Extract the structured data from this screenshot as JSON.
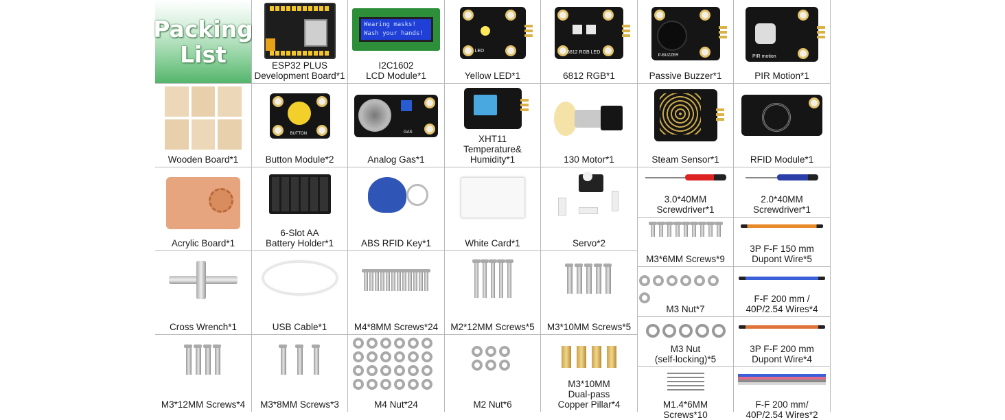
{
  "title": "Packing\nList",
  "items": [
    {
      "label": "ESP32 PLUS\nDevelopment Board*1",
      "icon": "esp32-board-icon"
    },
    {
      "label": "I2C1602\nLCD Module*1",
      "icon": "lcd-module-icon",
      "lcd_line1": "Wearing masks!",
      "lcd_line2": "Wash your hands!"
    },
    {
      "label": "Yellow LED*1",
      "icon": "yellow-led-icon",
      "silk": "LED"
    },
    {
      "label": "6812 RGB*1",
      "icon": "rgb-led-icon",
      "silk": "6812 RGB LED"
    },
    {
      "label": "Passive Buzzer*1",
      "icon": "buzzer-icon",
      "silk": "P-BUZZER"
    },
    {
      "label": "PIR Motion*1",
      "icon": "pir-icon",
      "silk": "PIR motion"
    },
    {
      "label": "Wooden Board*1",
      "icon": "wooden-board-icon"
    },
    {
      "label": "Button Module*2",
      "icon": "button-module-icon",
      "silk": "BUTTON"
    },
    {
      "label": "Analog Gas*1",
      "icon": "gas-sensor-icon",
      "silk": "GAS"
    },
    {
      "label": "XHT11\nTemperature&\nHumidity*1",
      "icon": "temp-humidity-icon"
    },
    {
      "label": "130 Motor*1",
      "icon": "motor-icon"
    },
    {
      "label": "Steam Sensor*1",
      "icon": "steam-sensor-icon"
    },
    {
      "label": "RFID Module*1",
      "icon": "rfid-module-icon"
    },
    {
      "label": "Acrylic Board*1",
      "icon": "acrylic-board-icon"
    },
    {
      "label": "6-Slot AA\nBattery Holder*1",
      "icon": "battery-holder-icon"
    },
    {
      "label": "ABS RFID Key*1",
      "icon": "rfid-key-icon"
    },
    {
      "label": "White Card*1",
      "icon": "white-card-icon"
    },
    {
      "label": "Servo*2",
      "icon": "servo-icon"
    },
    {
      "label": "3.0*40MM\nScrewdriver*1",
      "icon": "screwdriver-red-icon"
    },
    {
      "label": "2.0*40MM\nScrewdriver*1",
      "icon": "screwdriver-blue-icon"
    },
    {
      "label": "M3*6MM Screws*9",
      "icon": "screws-icon"
    },
    {
      "label": "3P F-F 150 mm\nDupont Wire*5",
      "icon": "dupont-wire-icon"
    },
    {
      "label": "Cross Wrench*1",
      "icon": "cross-wrench-icon"
    },
    {
      "label": "USB Cable*1",
      "icon": "usb-cable-icon"
    },
    {
      "label": "M4*8MM Screws*24",
      "icon": "screws-icon"
    },
    {
      "label": "M2*12MM Screws*5",
      "icon": "screws-icon"
    },
    {
      "label": "M3*10MM Screws*5",
      "icon": "screws-icon"
    },
    {
      "label": "M3 Nut*7",
      "icon": "nuts-icon"
    },
    {
      "label": "F-F 200 mm  /\n40P/2.54 Wires*4",
      "icon": "ribbon-wire-icon"
    },
    {
      "label": "M3  Nut\n(self-locking)*5",
      "icon": "nuts-icon"
    },
    {
      "label": "3P F-F 200 mm\nDupont Wire*4",
      "icon": "dupont-wire-icon"
    },
    {
      "label": "M3*12MM Screws*4",
      "icon": "screws-icon"
    },
    {
      "label": "M3*8MM Screws*3",
      "icon": "screws-icon"
    },
    {
      "label": "M4 Nut*24",
      "icon": "nuts-icon"
    },
    {
      "label": "M2 Nut*6",
      "icon": "nuts-icon"
    },
    {
      "label": "M3*10MM\nDual-pass\nCopper Pillar*4",
      "icon": "copper-pillar-icon"
    },
    {
      "label": "M1.4*6MM\nScrews*10",
      "icon": "screws-icon"
    },
    {
      "label": "F-F 200 mm/\n40P/2.54 Wires*2",
      "icon": "ribbon-wire-icon"
    }
  ]
}
